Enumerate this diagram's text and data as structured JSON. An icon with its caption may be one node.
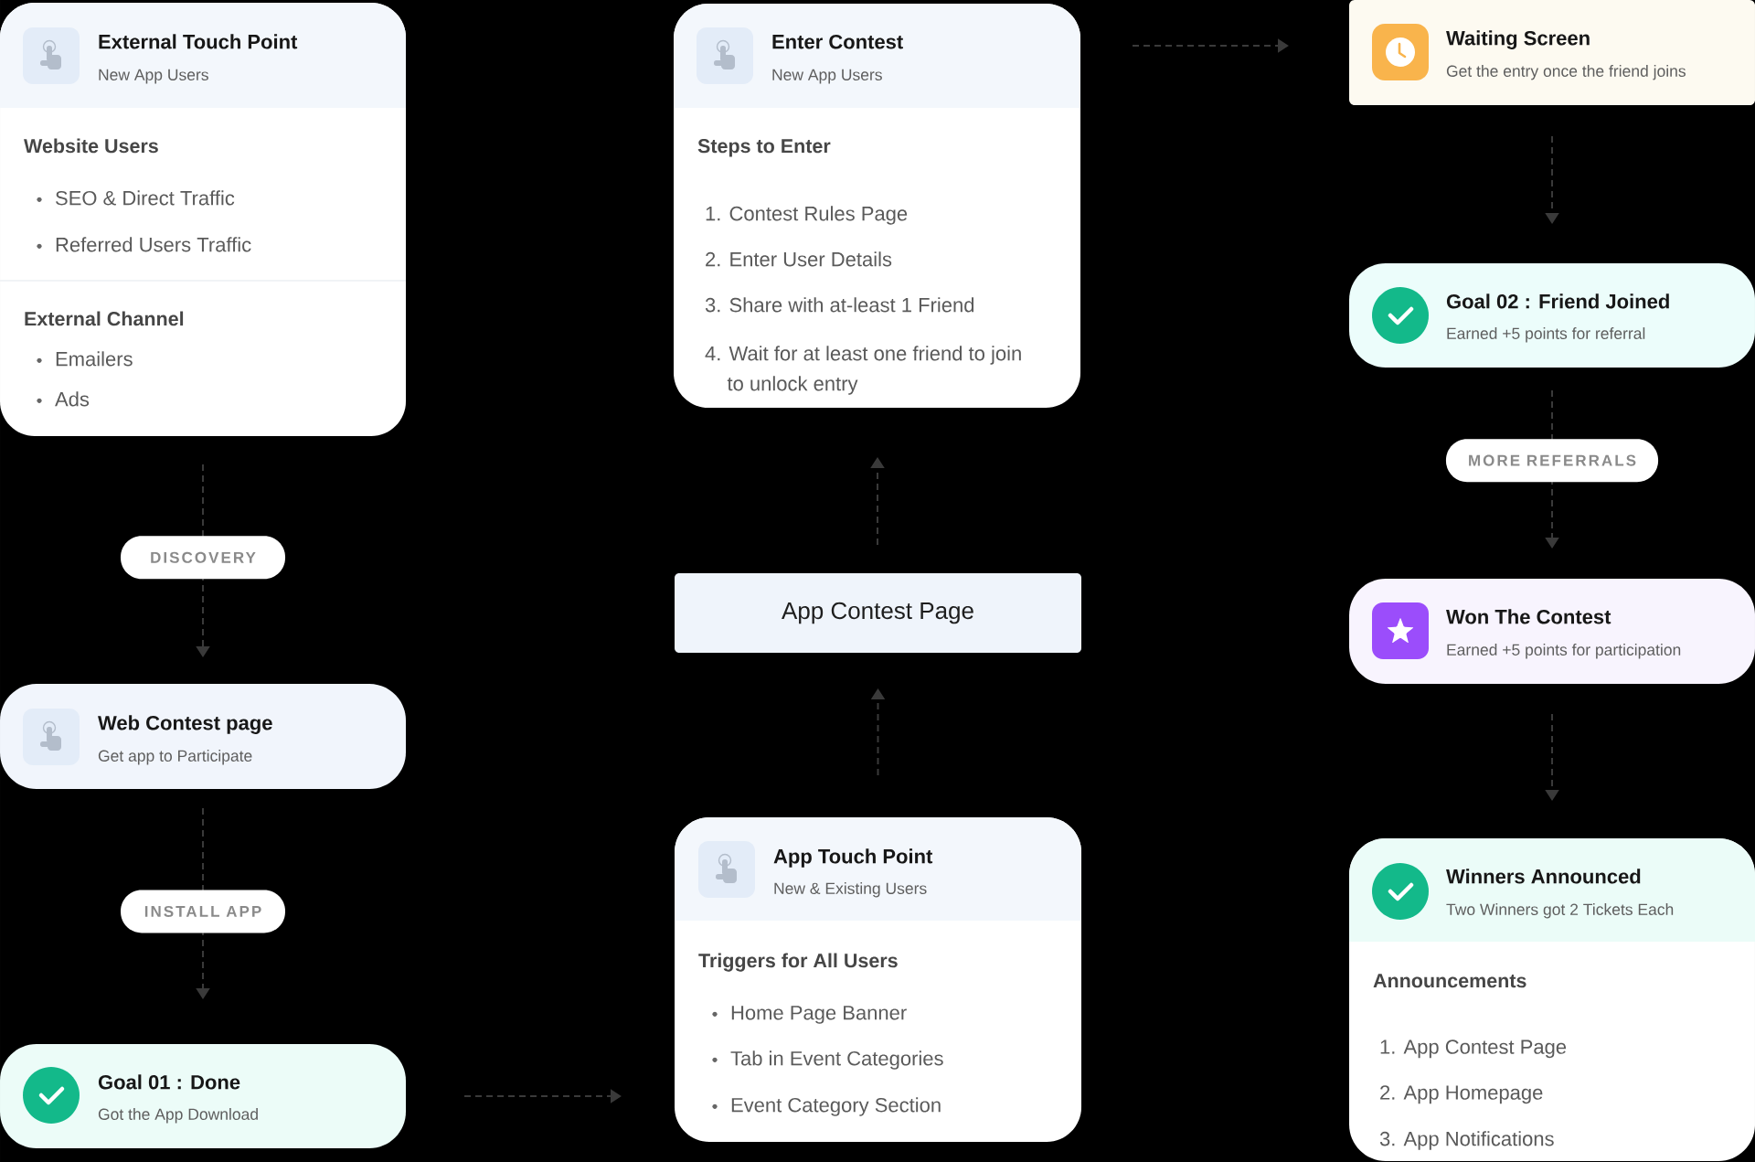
{
  "diagram": {
    "nodes": [
      {
        "text": [
          "External Touch Point",
          "New App Users",
          "Website Users",
          "SEO & Direct Traffic",
          "Referred Users Traffic",
          "External Channel",
          "Emailers",
          "Ads"
        ]
      },
      {
        "text": [
          "Web Contest page",
          "Get app to Participate"
        ]
      },
      {
        "text": [
          "Goal 01 : Done",
          "Got the App Download"
        ]
      },
      {
        "text": [
          "App Touch Point",
          "New & Existing Users",
          "Triggers for All Users",
          "Home Page Banner",
          "Tab in Event Categories",
          "Event Category Section"
        ]
      },
      {
        "text": [
          "App Contest Page"
        ]
      },
      {
        "text": [
          "Enter Contest",
          "New App Users",
          "Steps to Enter",
          "1. Contest Rules Page",
          "2. Enter User Details",
          "3. Share with at-least 1 Friend",
          "4. Wait for at least one friend to join to unlock entry"
        ]
      },
      {
        "text": [
          "Waiting Screen",
          "Get the entry once the friend joins"
        ]
      },
      {
        "text": [
          "Goal 02 : Friend Joined",
          "Earned +5 points for referral"
        ]
      },
      {
        "text": [
          "Won The Contest",
          "Earned +5 points for participation"
        ]
      },
      {
        "text": [
          "Winners Announced",
          "Two Winners got 2 Tickets Each",
          "Announcements",
          "1. App Contest Page",
          "2. App Homepage",
          "3. App Notifications"
        ]
      }
    ],
    "edges": [
      {
        "from": 0,
        "to": 1,
        "arrow": "to",
        "label": "DISCOVERY",
        "style": "dashed"
      },
      {
        "from": 1,
        "to": 2,
        "arrow": "to",
        "label": "INSTALL APP",
        "style": "dashed"
      },
      {
        "from": 2,
        "to": 3,
        "arrow": "to",
        "style": "dashed"
      },
      {
        "from": 3,
        "to": 4,
        "arrow": "to",
        "style": "dashed"
      },
      {
        "from": 4,
        "to": 5,
        "arrow": "to",
        "style": "dashed"
      },
      {
        "from": 5,
        "to": 6,
        "arrow": "to",
        "style": "dashed"
      },
      {
        "from": 6,
        "to": 7,
        "arrow": "to",
        "style": "dashed"
      },
      {
        "from": 7,
        "to": 8,
        "arrow": "to",
        "label": "MORE REFERRALS",
        "style": "dashed"
      },
      {
        "from": 8,
        "to": 9,
        "arrow": "to",
        "style": "dashed"
      }
    ]
  }
}
